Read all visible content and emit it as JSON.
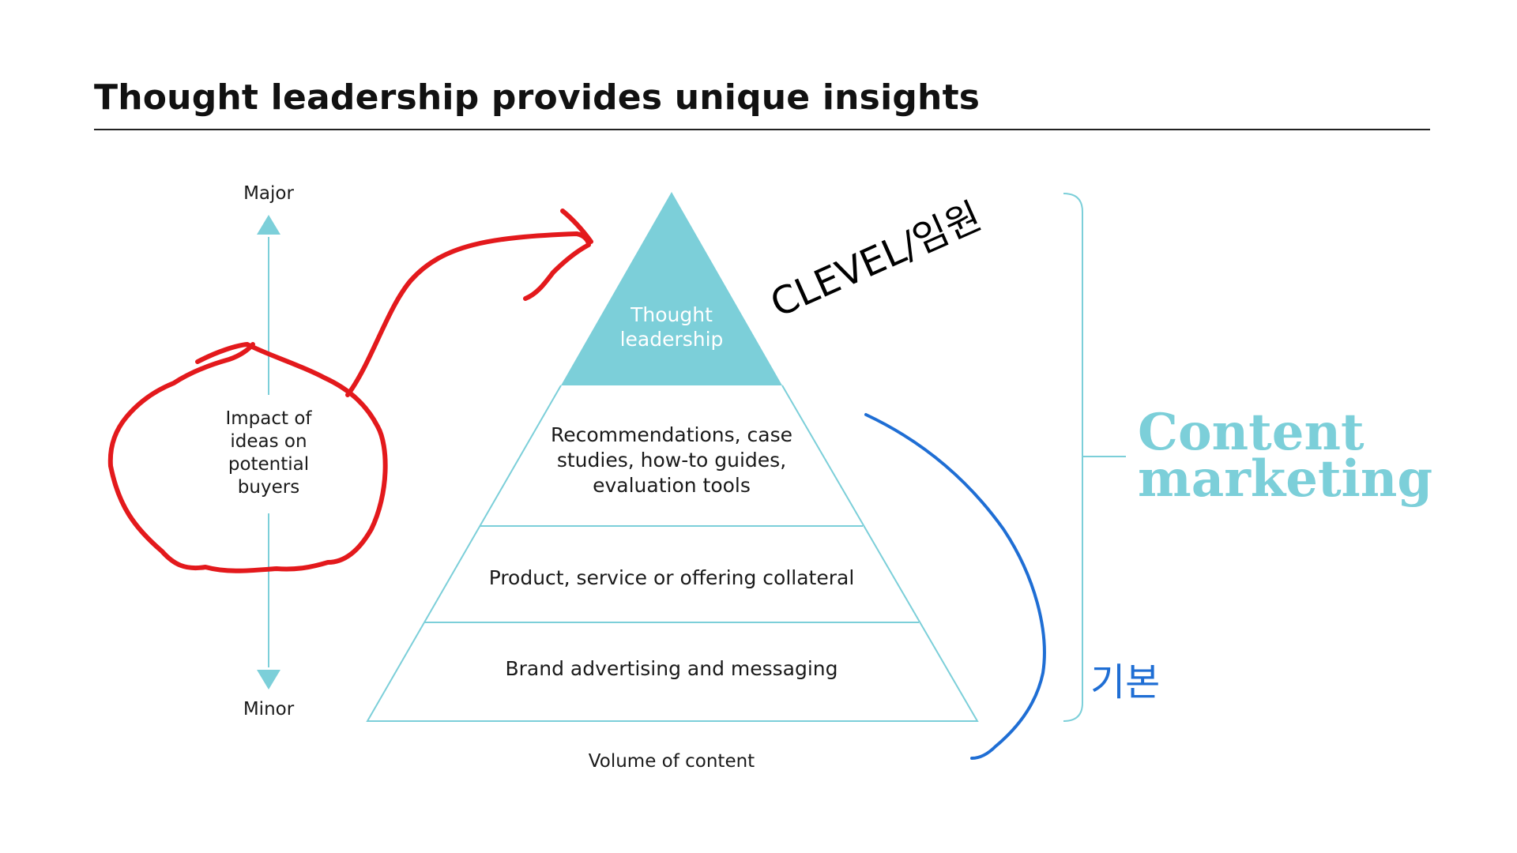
{
  "title": "Thought leadership provides unique insights",
  "axis": {
    "top_label": "Major",
    "bottom_label": "Minor",
    "center_label_lines": [
      "Impact of",
      "ideas on",
      "potential",
      "buyers"
    ]
  },
  "pyramid": {
    "tiers": [
      {
        "lines": [
          "Thought",
          "leadership"
        ]
      },
      {
        "lines": [
          "Recommendations, case",
          "studies, how-to guides,",
          "evaluation tools"
        ]
      },
      {
        "lines": [
          "Product, service or offering collateral"
        ]
      },
      {
        "lines": [
          "Brand advertising and messaging"
        ]
      }
    ],
    "base_label": "Volume of content"
  },
  "bracket_label_lines": [
    "Content",
    "marketing"
  ],
  "annotations": {
    "handwritten_top": "CLEVEL/임원",
    "handwritten_bottom": "기본"
  },
  "colors": {
    "accent": "#7ccfd9",
    "red_ink": "#e3191c",
    "blue_ink": "#1f6ed4"
  }
}
